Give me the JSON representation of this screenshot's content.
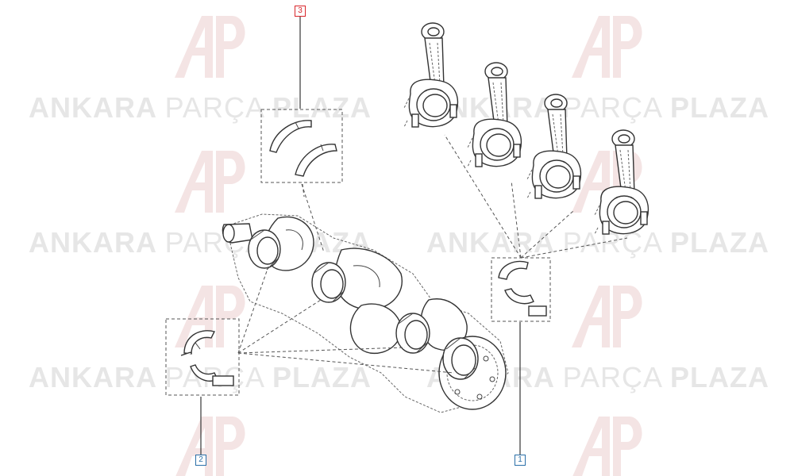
{
  "watermark": {
    "word1": "ANKARA",
    "word2": "PARÇA",
    "word3": "PLAZA",
    "logo_icon": "ap-logo-icon",
    "color": "#e6e6e6",
    "logo_color": "#f4e4e4"
  },
  "callouts": [
    {
      "id": "3",
      "label": "3",
      "border_color": "#d9252a",
      "text_color": "#d9252a"
    },
    {
      "id": "2",
      "label": "2",
      "border_color": "#2a6fa8",
      "text_color": "#2a6fa8"
    },
    {
      "id": "1",
      "label": "1",
      "border_color": "#2a6fa8",
      "text_color": "#2a6fa8"
    }
  ],
  "parts": [
    {
      "callout": "3",
      "name": "thrust-washers-icon"
    },
    {
      "callout": "2",
      "name": "main-bearing-shells-icon"
    },
    {
      "callout": "1",
      "name": "connecting-rod-bearing-shells-icon"
    }
  ],
  "assemblies": [
    {
      "name": "crankshaft-icon"
    },
    {
      "name": "connecting-rod-icon",
      "count": 4
    }
  ]
}
